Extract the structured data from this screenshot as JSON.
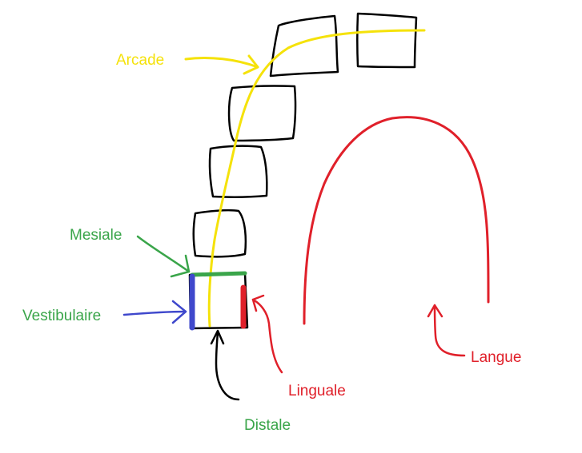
{
  "labels": {
    "arcade": "Arcade",
    "mesiale": "Mesiale",
    "vestibulaire": "Vestibulaire",
    "linguale": "Linguale",
    "distale": "Distale",
    "langue": "Langue"
  },
  "colors": {
    "arcade": "#f5e20a",
    "mesiale": "#3aa54a",
    "vestibulaire": "#3f48cc",
    "linguale": "#e0202a",
    "distale_arrow": "#000000",
    "distale_text": "#3aa54a",
    "langue": "#e0202a",
    "teeth": "#000000"
  }
}
